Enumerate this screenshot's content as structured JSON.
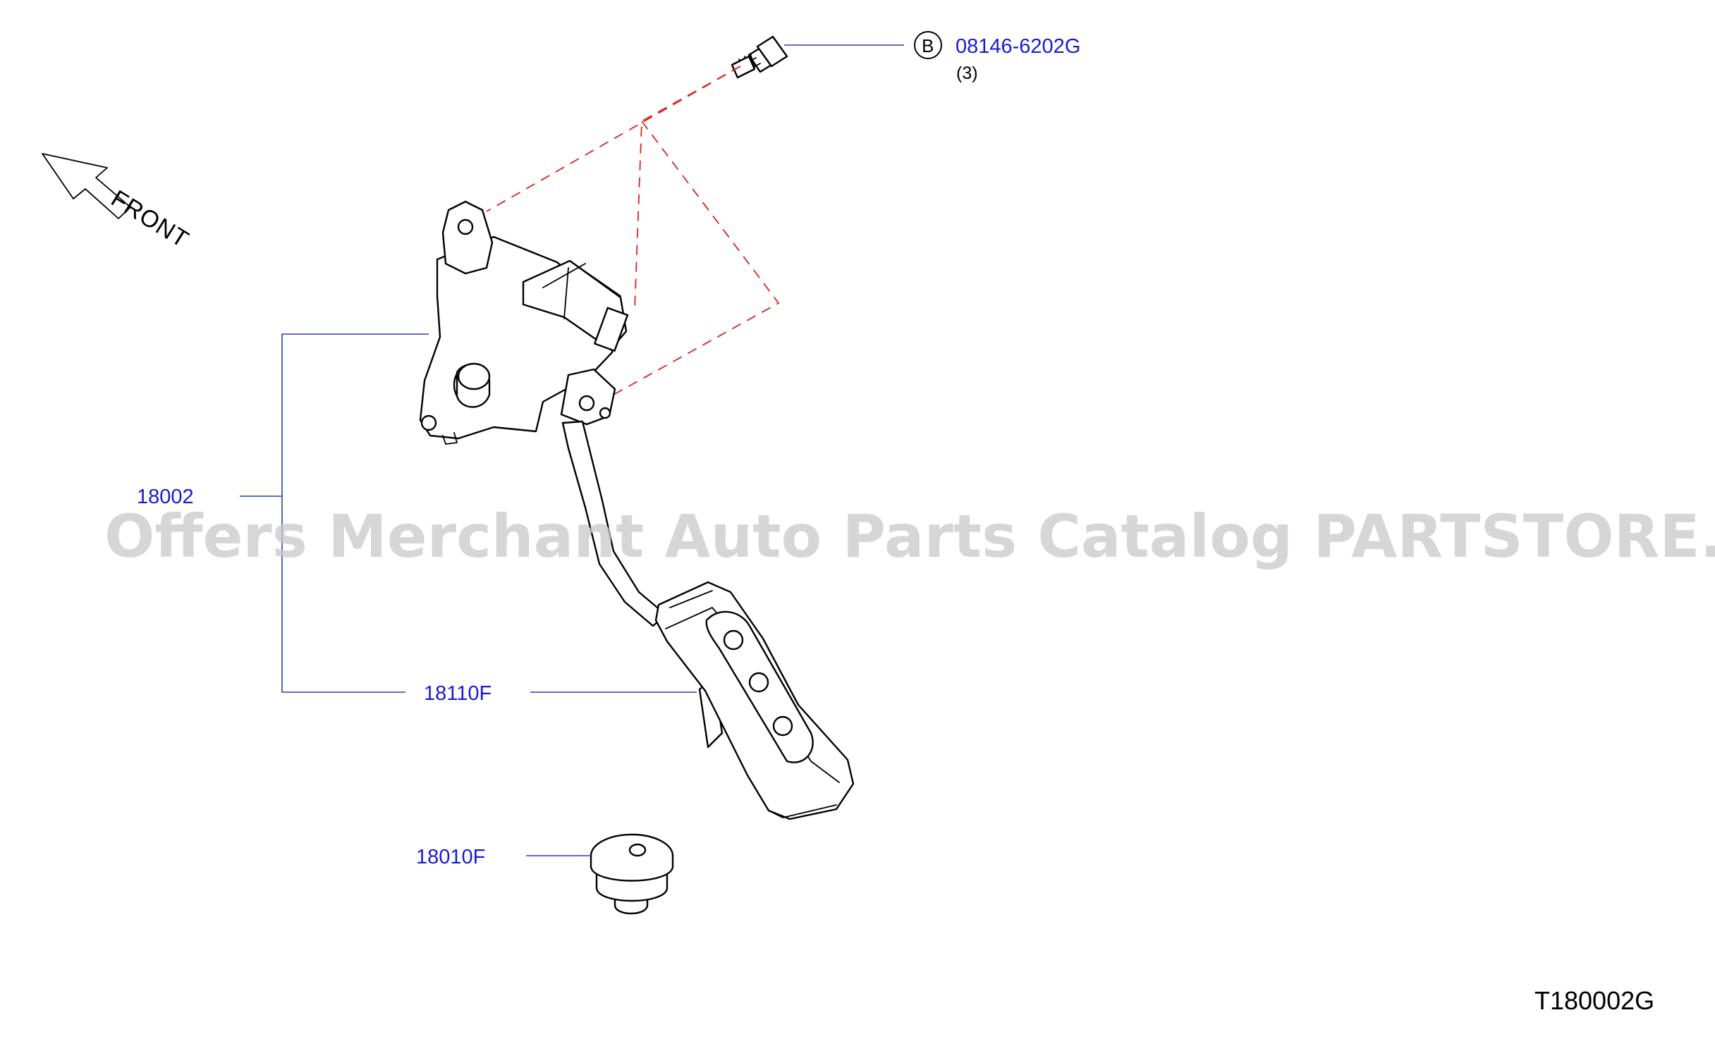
{
  "watermark": "Offers Merchant Auto Parts Catalog PARTSTORE.SA",
  "direction": {
    "label": "FRONT",
    "icon": "front-arrow-icon"
  },
  "parts": {
    "bolt": {
      "badge": "B",
      "number": "08146-6202G",
      "quantity": "(3)",
      "icon": "bolt-icon"
    },
    "assembly": {
      "number": "18002",
      "icon": "accelerator-pedal-sensor-icon"
    },
    "pad": {
      "number": "18110F",
      "icon": "pedal-pad-icon"
    },
    "stopper": {
      "number": "18010F",
      "icon": "pedal-stopper-icon"
    }
  },
  "diagram_id": "T180002G",
  "colors": {
    "label": "#1a1ad6",
    "leader": "#2a3fb0",
    "dashed_line": "#e02020",
    "watermark": "#c9c9c9"
  }
}
